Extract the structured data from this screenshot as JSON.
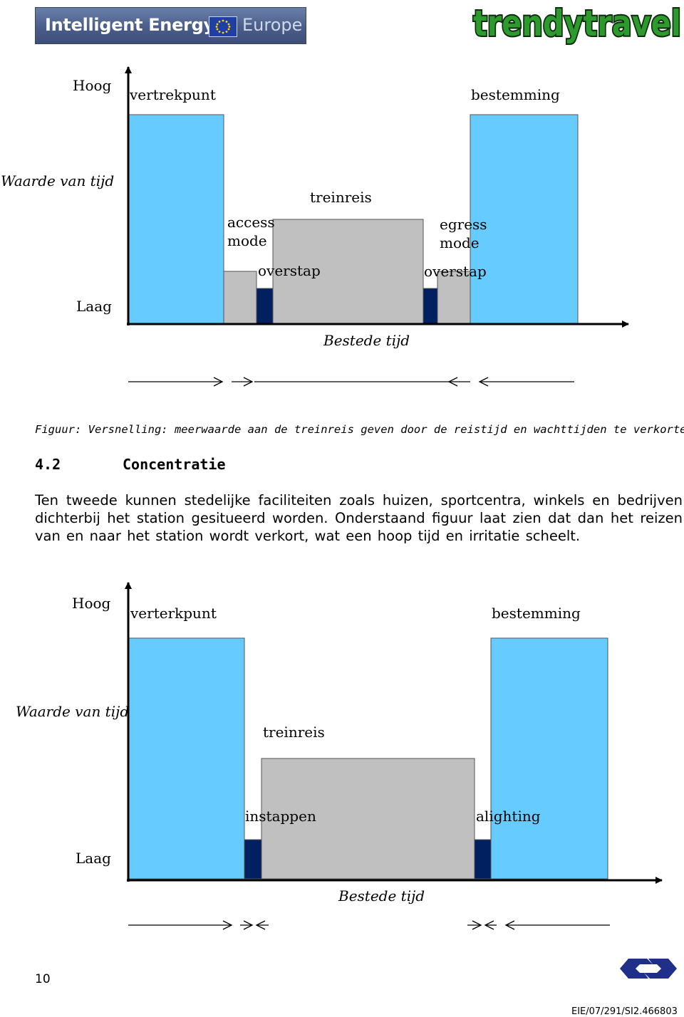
{
  "header": {
    "ie_logo_text": "Intelligent Energy",
    "ie_logo_europe": "Europe",
    "tt_logo_text": "trendytravel"
  },
  "fig1": {
    "hoog": "Hoog",
    "laag": "Laag",
    "waarde": "Waarde van tijd",
    "vertrekpunt": "vertrekpunt",
    "bestemming": "bestemming",
    "treinreis": "treinreis",
    "access_1": "access",
    "access_2": "mode",
    "egress_1": "egress",
    "egress_2": "mode",
    "overstap_1": "overstap",
    "overstap_2": "overstap",
    "bestede_tijd": "Bestede tijd"
  },
  "caption": "Figuur: Versnelling: meerwaarde aan de treinreis geven door de reistijd en wachttijden te verkorten.",
  "section": {
    "number": "4.2",
    "title": "Concentratie",
    "paragraph": "Ten tweede kunnen stedelijke faciliteiten zoals huizen, sportcentra, winkels en bedrijven dichterbij het station gesitueerd worden. Onderstaand figuur laat zien dat dan het reizen van en naar het station wordt verkort, wat een hoop tijd en irritatie scheelt."
  },
  "fig2": {
    "hoog": "Hoog",
    "laag": "Laag",
    "waarde": "Waarde van tijd",
    "vertrekpunt": "verterkpunt",
    "bestemming": "bestemming",
    "treinreis": "treinreis",
    "instappen": "instappen",
    "alighting": "alighting",
    "bestede_tijd": "Bestede tijd"
  },
  "footer": {
    "page_number": "10",
    "doc_id": "EIE/07/291/SI2.466803"
  },
  "colors": {
    "light_blue": "#66ccff",
    "gray": "#c0c0c0",
    "navy": "#002060"
  }
}
